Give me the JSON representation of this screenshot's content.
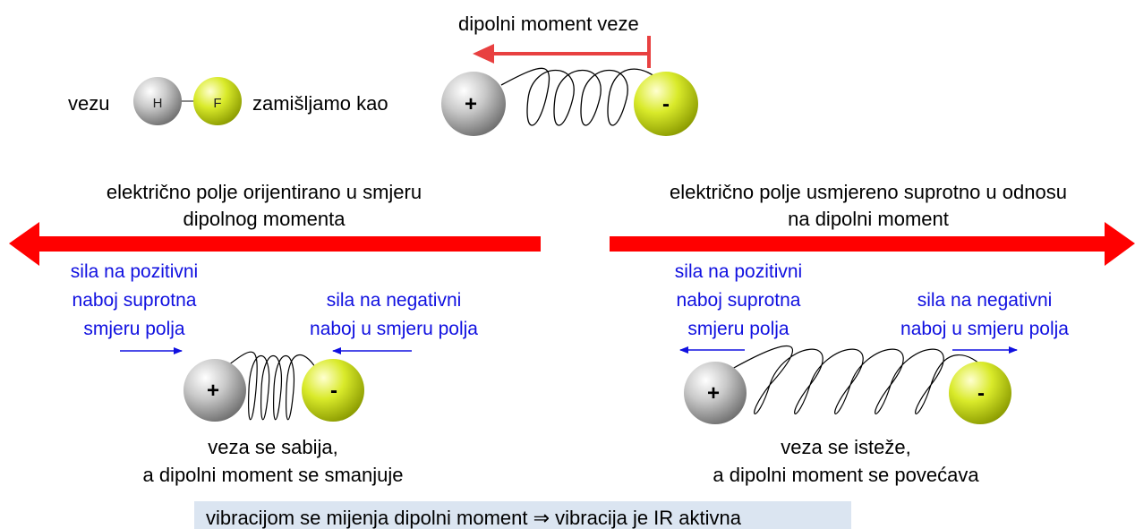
{
  "top": {
    "dipole_label": "dipolni moment veze",
    "vezu": "vezu",
    "zamisljamo": "zamišljamo kao",
    "h_label": "H",
    "f_label": "F",
    "plus": "+",
    "minus": "-"
  },
  "left": {
    "field_title_1": "električno polje orijentirano u smjeru",
    "field_title_2": "dipolnog momenta",
    "pos_force_1": "sila na pozitivni",
    "pos_force_2": "naboj suprotna",
    "pos_force_3": "smjeru polja",
    "neg_force_1": "sila na negativni",
    "neg_force_2": "naboj u smjeru polja",
    "result_1": "veza se sabija,",
    "result_2": "a dipolni moment se smanjuje"
  },
  "right": {
    "field_title_1": "električno polje usmjereno suprotno u odnosu",
    "field_title_2": "na dipolni moment",
    "pos_force_1": "sila na pozitivni",
    "pos_force_2": "naboj suprotna",
    "pos_force_3": "smjeru polja",
    "neg_force_1": "sila na negativni",
    "neg_force_2": "naboj u smjeru polja",
    "result_1": "veza se isteže,",
    "result_2": "a dipolni moment se povećava"
  },
  "conclusion": "vibracijom se mijenja dipolni moment ⇒ vibracija je IR aktivna",
  "colors": {
    "field_arrow": "#ff0000",
    "dipole_arrow": "#e84040",
    "force_text": "#1010e0",
    "positive_atom": "#a6a6a6",
    "negative_atom": "#c8dc1e",
    "banner": "#dbe5f1"
  }
}
